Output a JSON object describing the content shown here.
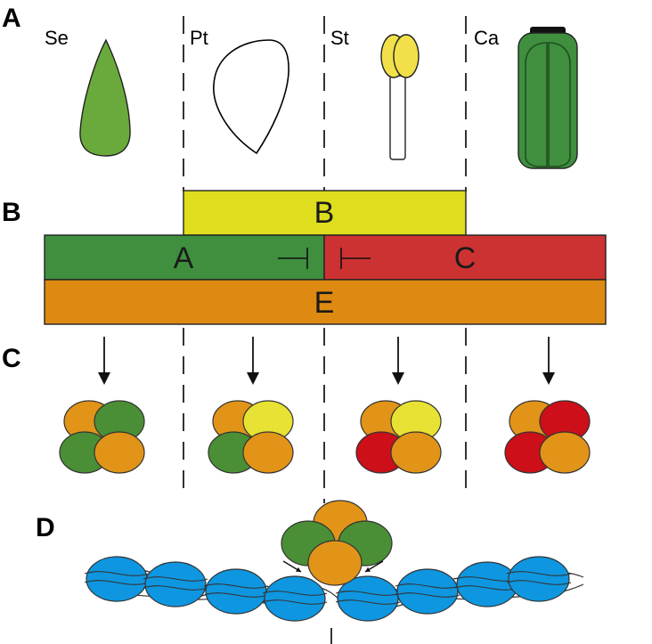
{
  "panels": {
    "a": "A",
    "b": "B",
    "c": "C",
    "d": "D"
  },
  "organs": {
    "sepal": "Se",
    "petal": "Pt",
    "stamen": "St",
    "carpel": "Ca"
  },
  "classes": {
    "b": "B",
    "a": "A",
    "c": "C",
    "e": "E"
  },
  "colors": {
    "a_class": "#3f8f3f",
    "b_class": "#dede1e",
    "c_class": "#cc3232",
    "e_class": "#de8a12",
    "sepal_fill": "#6aaa3c",
    "petal_fill": "#ffffff",
    "anther": "#f2e04a",
    "carpel_fill": "#3f8f3f",
    "complex_a": "#4a8f35",
    "complex_b": "#e7e233",
    "complex_c": "#cc0f18",
    "complex_e": "#e29418",
    "nucleosome": "#0e96e0"
  },
  "complexes": [
    {
      "whorl": "sepal",
      "top_left": "E",
      "top_right": "A",
      "bottom_left": "A",
      "bottom_right": "E"
    },
    {
      "whorl": "petal",
      "top_left": "E",
      "top_right": "B",
      "bottom_left": "A",
      "bottom_right": "E"
    },
    {
      "whorl": "stamen",
      "top_left": "E",
      "top_right": "B",
      "bottom_left": "C",
      "bottom_right": "E"
    },
    {
      "whorl": "carpel",
      "top_left": "E",
      "top_right": "C",
      "bottom_left": "C",
      "bottom_right": "E"
    }
  ]
}
